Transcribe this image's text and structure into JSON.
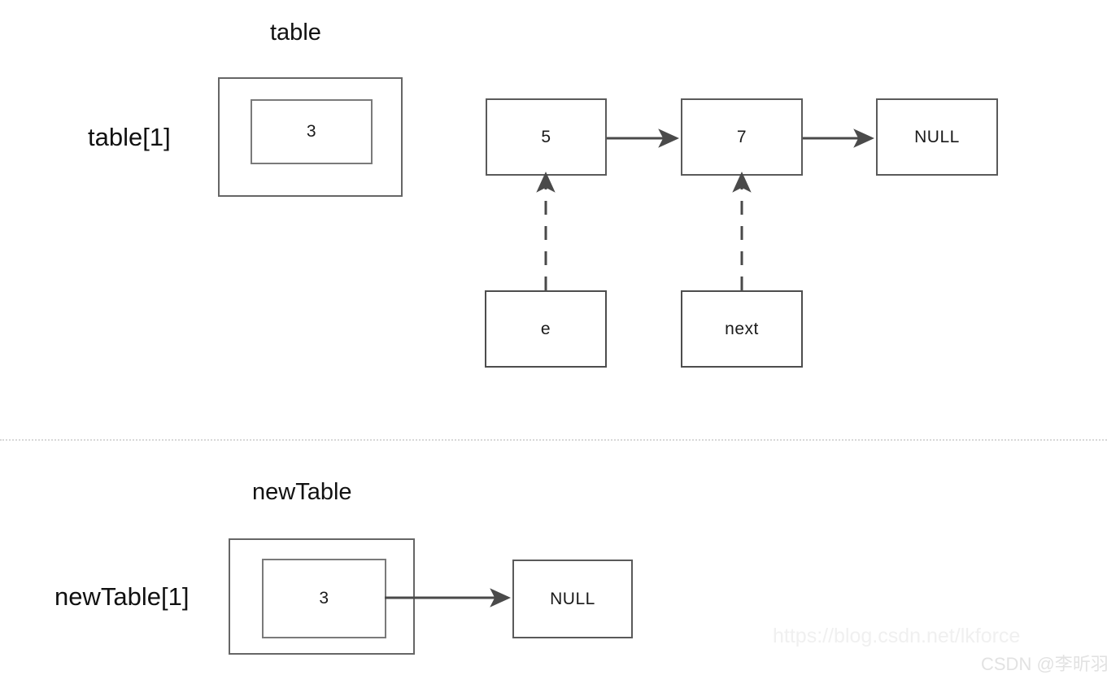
{
  "diagram": {
    "type": "hashmap-resize-linked-list",
    "sections": [
      {
        "id": "top",
        "title": "table",
        "row_label": "table[1]",
        "array_cell_value": "3",
        "nodes": [
          "5",
          "7",
          "NULL"
        ],
        "pointers": [
          {
            "label": "e",
            "points_to": "5"
          },
          {
            "label": "next",
            "points_to": "7"
          }
        ]
      },
      {
        "id": "bottom",
        "title": "newTable",
        "row_label": "newTable[1]",
        "array_cell_value": "3",
        "nodes": [
          "NULL"
        ],
        "pointers": []
      }
    ]
  },
  "top": {
    "title": "table",
    "row_label": "table[1]",
    "cell_value": "3",
    "node_5": "5",
    "node_7": "7",
    "node_null": "NULL",
    "ptr_e": "e",
    "ptr_next": "next"
  },
  "bottom": {
    "title": "newTable",
    "row_label": "newTable[1]",
    "cell_value": "3",
    "node_null": "NULL"
  },
  "watermark": {
    "url": "https://blog.csdn.net/lkforce",
    "signature": "CSDN @李昕羽"
  },
  "colors": {
    "background": "#ffffff",
    "stroke": "#5a5a5a",
    "text": "#111111",
    "divider": "#d8d8d8",
    "watermark": "#ededed"
  }
}
